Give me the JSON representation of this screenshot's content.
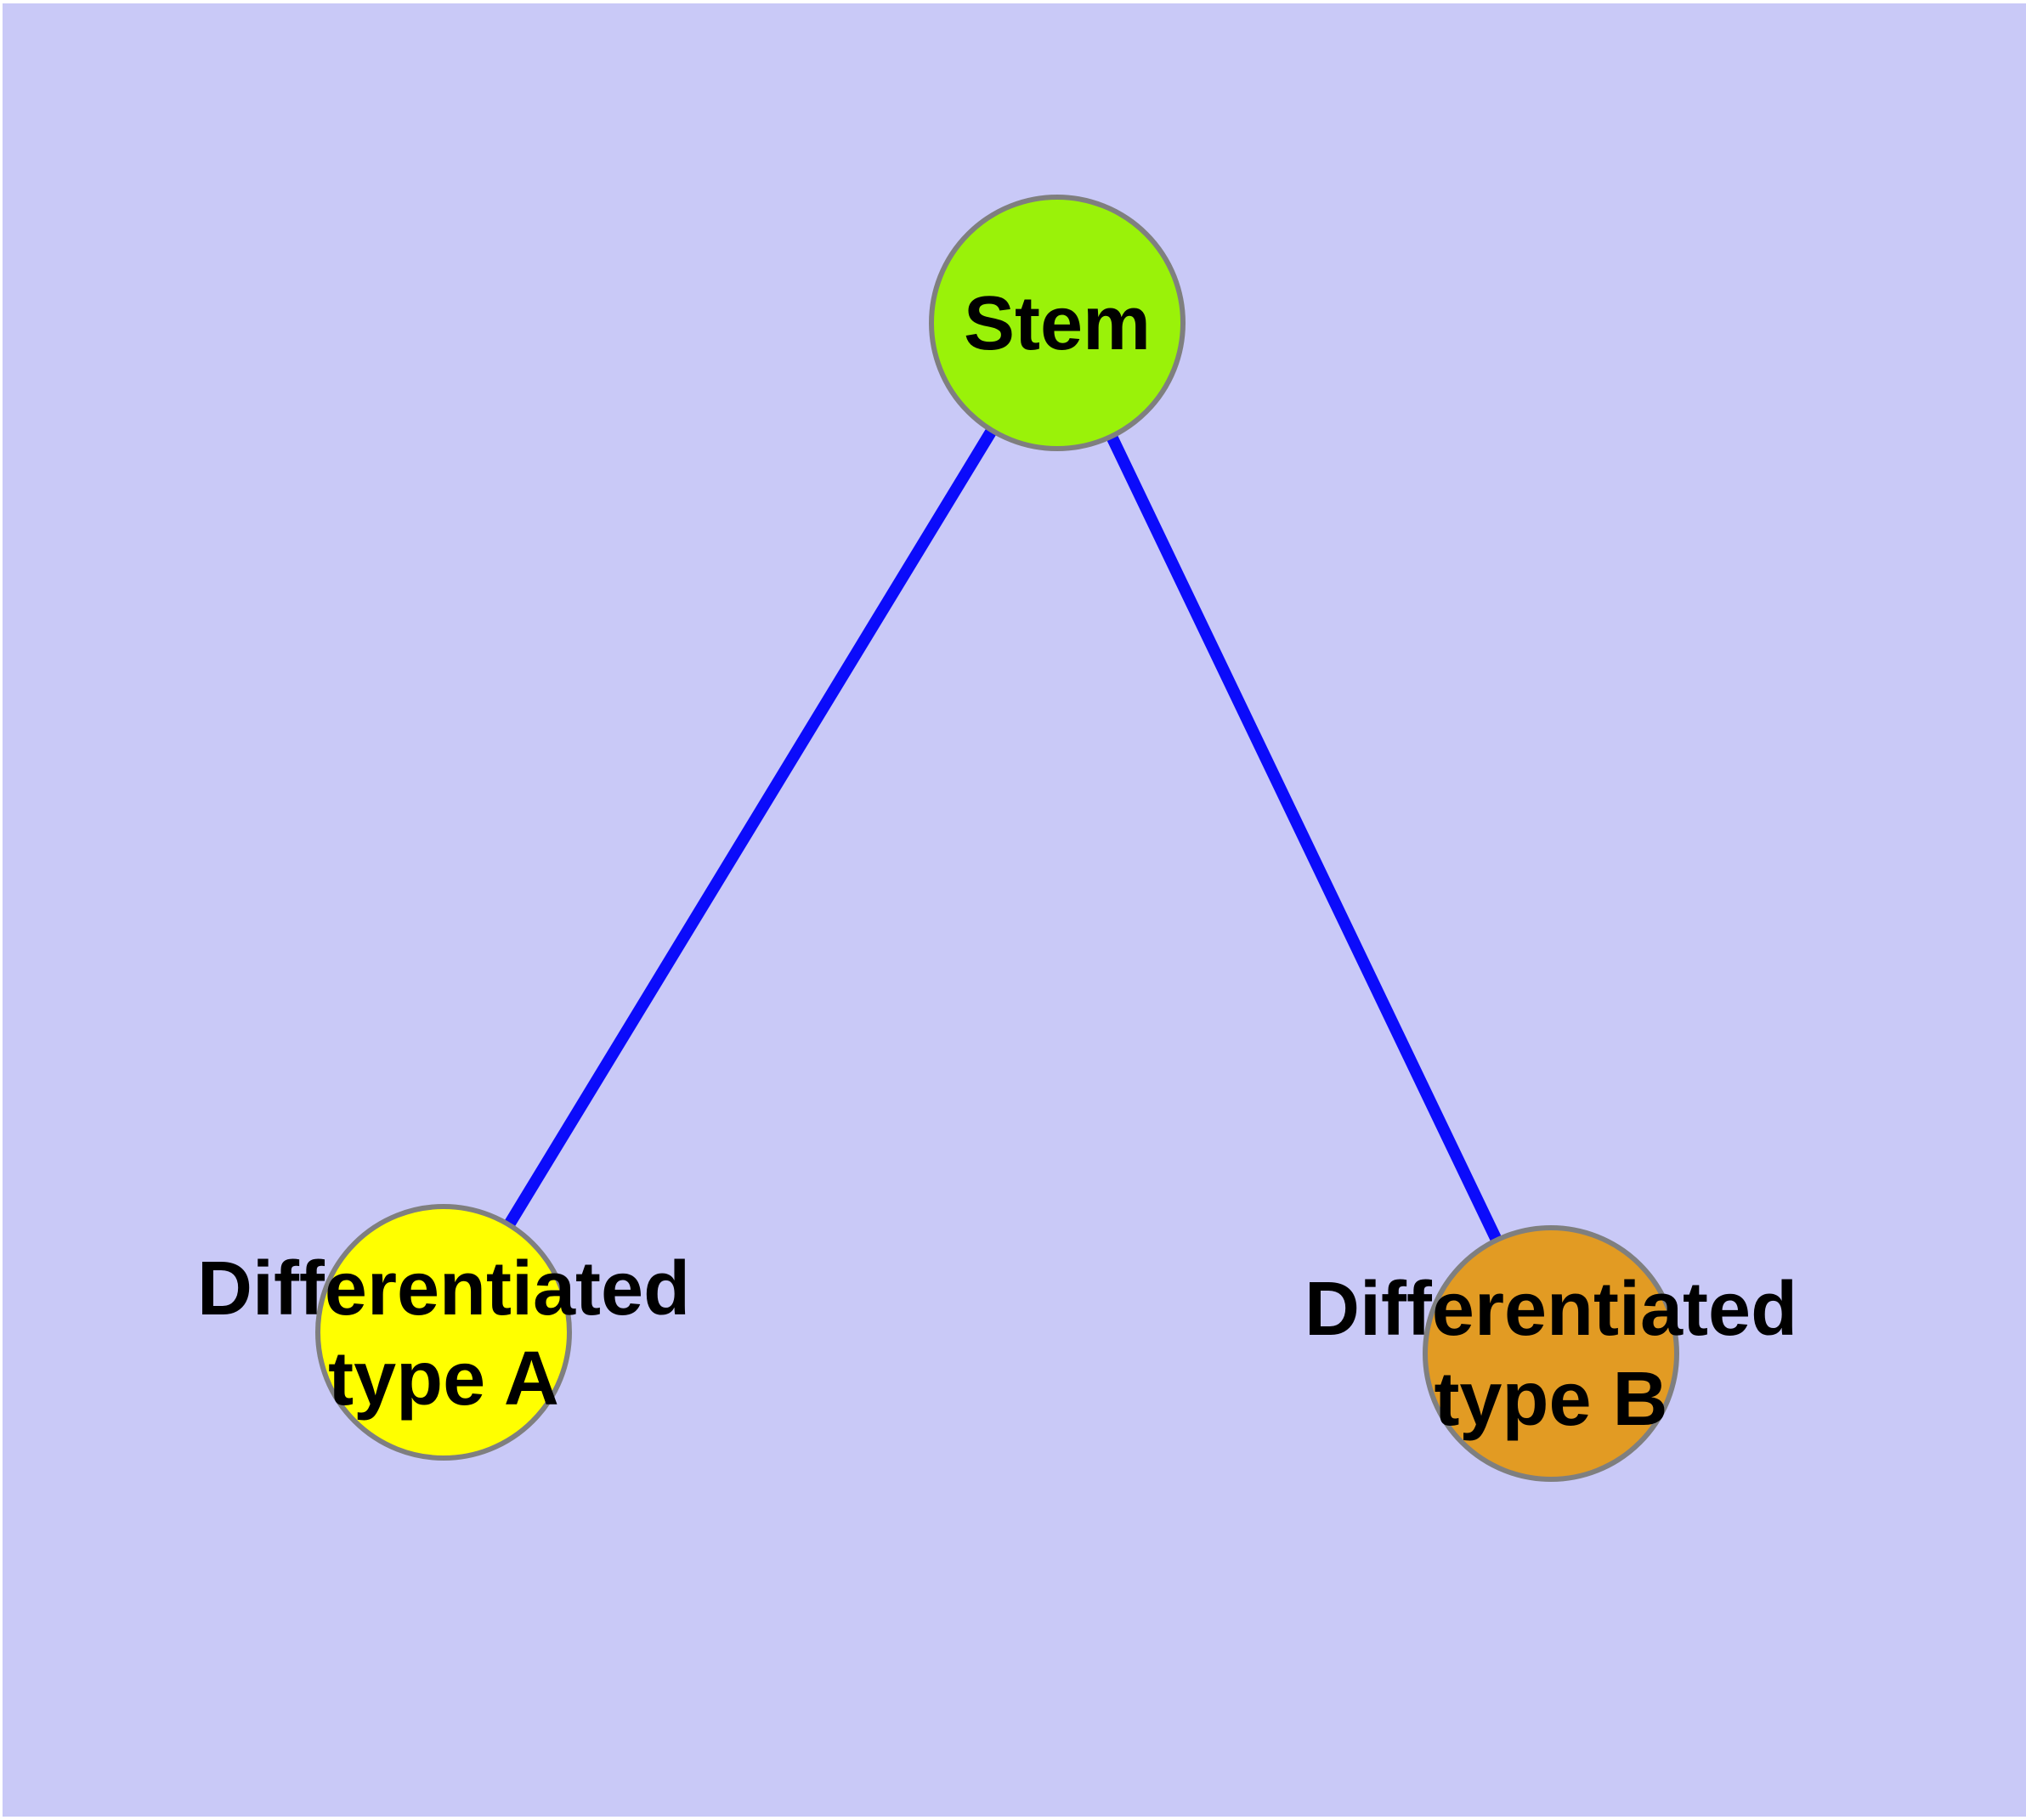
{
  "diagram": {
    "type": "graph",
    "background_color": "#C9C9F7",
    "page_margin_color": "#FFFFFF",
    "edge_color": "#0B0BFB",
    "node_border_color": "#7F7F7F",
    "label_color": "#000000",
    "nodes": [
      {
        "id": "stem",
        "label": "Stem",
        "lines": [
          "Stem"
        ],
        "fill_color": "#9AF209"
      },
      {
        "id": "differentiated-type-a",
        "label": "Differentiated type A",
        "lines": [
          "Differentiated",
          "type A"
        ],
        "fill_color": "#FFFF00"
      },
      {
        "id": "differentiated-type-b",
        "label": "Differentiated type B",
        "lines": [
          "Differentiated",
          "type B"
        ],
        "fill_color": "#E29B23"
      }
    ],
    "edges": [
      {
        "from": "Stem",
        "to": "Differentiated type A"
      },
      {
        "from": "Stem",
        "to": "Differentiated type B"
      }
    ]
  }
}
